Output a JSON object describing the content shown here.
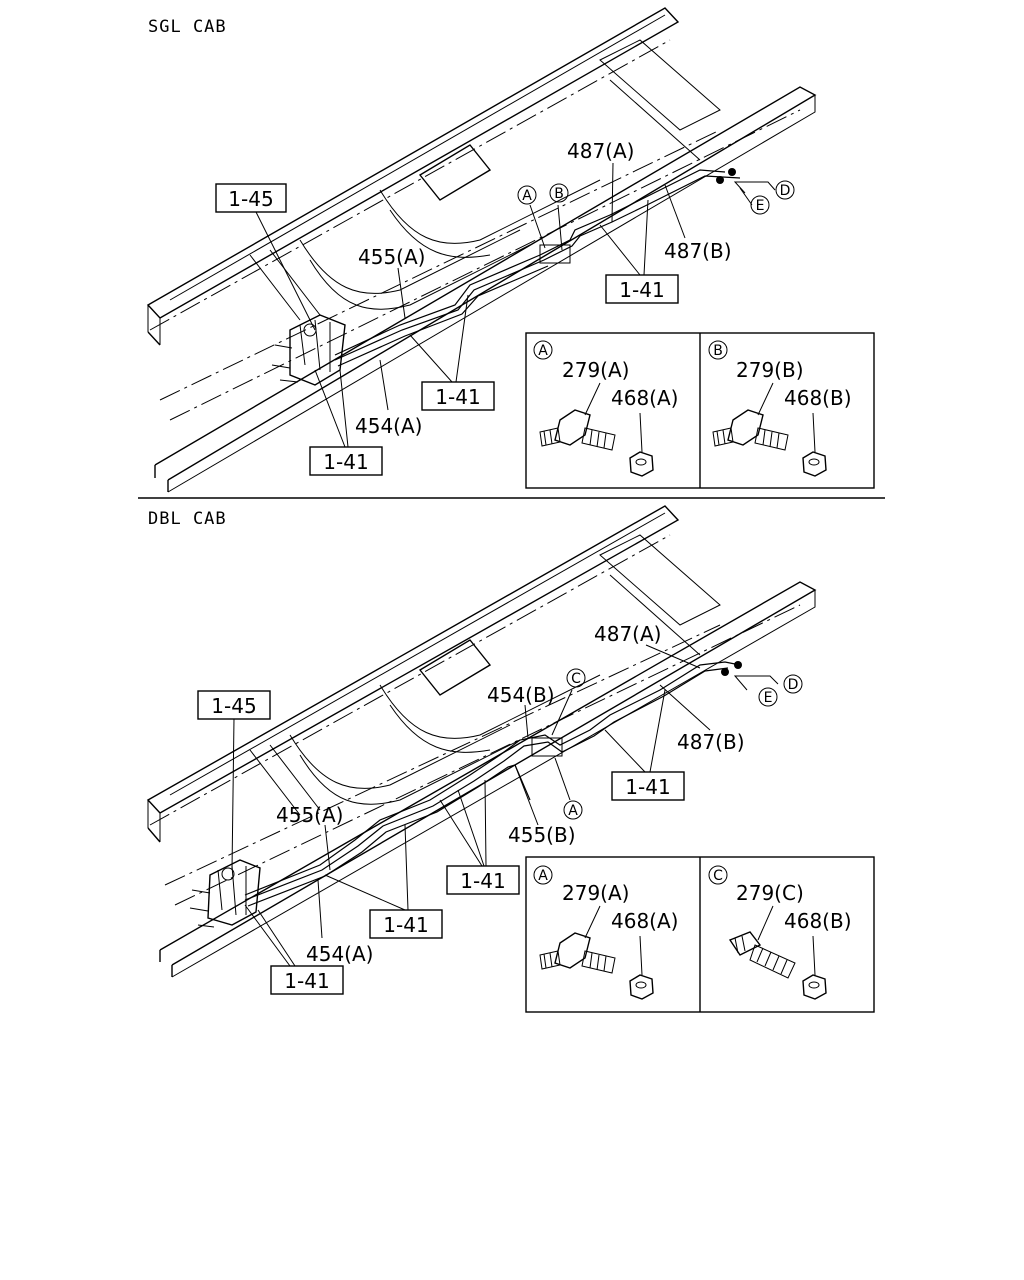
{
  "sections": {
    "sgl": {
      "title": "SGL CAB",
      "refs": {
        "r145": "1-45",
        "r141_a": "1-41",
        "r141_b": "1-41",
        "r141_c": "1-41"
      },
      "parts": {
        "p455a": "455(A)",
        "p454a": "454(A)",
        "p487a": "487(A)",
        "p487b": "487(B)"
      },
      "markers": {
        "a": "A",
        "b": "B",
        "d": "D",
        "e": "E"
      },
      "detail": {
        "left": {
          "marker": "A",
          "part1": "279(A)",
          "part2": "468(A)"
        },
        "right": {
          "marker": "B",
          "part1": "279(B)",
          "part2": "468(B)"
        }
      }
    },
    "dbl": {
      "title": "DBL CAB",
      "refs": {
        "r145": "1-45",
        "r141_a": "1-41",
        "r141_b": "1-41",
        "r141_c": "1-41",
        "r141_d": "1-41"
      },
      "parts": {
        "p455a": "455(A)",
        "p454a": "454(A)",
        "p454b": "454(B)",
        "p455b": "455(B)",
        "p487a": "487(A)",
        "p487b": "487(B)"
      },
      "markers": {
        "a": "A",
        "c": "C",
        "d": "D",
        "e": "E"
      },
      "detail": {
        "left": {
          "marker": "A",
          "part1": "279(A)",
          "part2": "468(A)"
        },
        "right": {
          "marker": "C",
          "part1": "279(C)",
          "part2": "468(B)"
        }
      }
    }
  }
}
